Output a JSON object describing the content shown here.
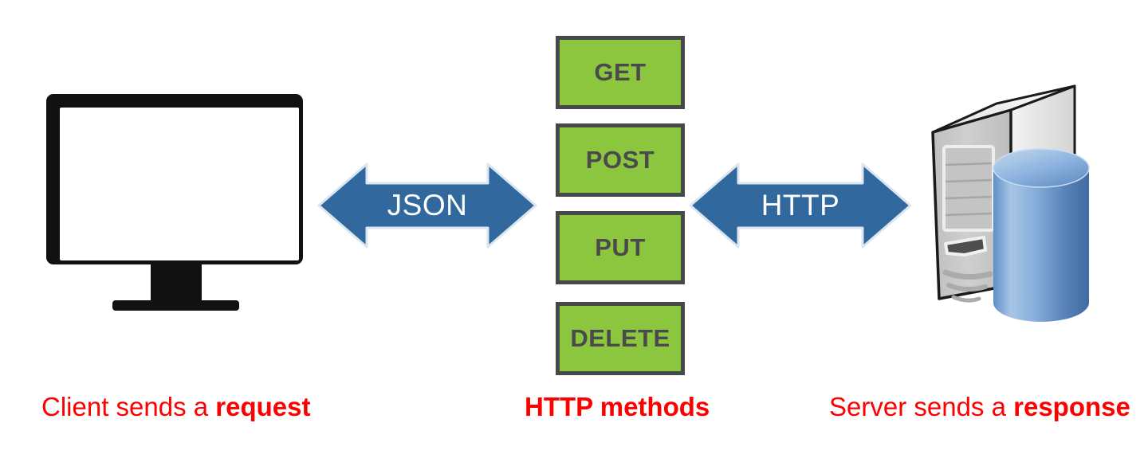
{
  "diagram": {
    "title": "HTTP request/response flow between client and server",
    "colors": {
      "method_box_fill": "#8CC63E",
      "method_box_border": "#47484A",
      "method_text": "#4A4A4C",
      "arrow_fill": "#31689E",
      "caption_text": "#FF0000",
      "monitor_body": "#111111",
      "server_body": "#C9C9C9",
      "database_body": "#5B8FC9",
      "background": "#FFFFFF"
    }
  },
  "client": {
    "icon_name": "desktop-monitor-icon",
    "caption_plain": "Client sends a ",
    "caption_bold": "request"
  },
  "methods": {
    "caption_plain": "",
    "caption_bold": "HTTP methods",
    "items": [
      {
        "label": "GET"
      },
      {
        "label": "POST"
      },
      {
        "label": "PUT"
      },
      {
        "label": "DELETE"
      }
    ]
  },
  "server": {
    "icon_name": "server-tower-database-icon",
    "caption_plain": "Server sends a ",
    "caption_bold": "response"
  },
  "arrows": [
    {
      "name": "json-arrow",
      "label": "JSON",
      "direction": "bidirectional"
    },
    {
      "name": "http-arrow",
      "label": "HTTP",
      "direction": "bidirectional"
    }
  ]
}
